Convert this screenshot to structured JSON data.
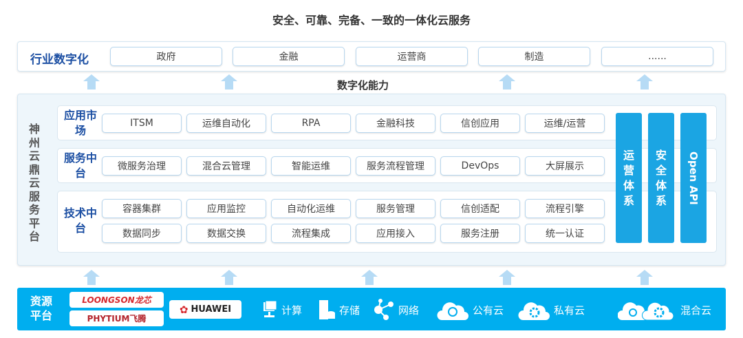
{
  "title": "安全、可靠、完备、一致的一体化云服务",
  "industry": {
    "label": "行业数字化",
    "items": [
      "政府",
      "金融",
      "运营商",
      "制造",
      "......"
    ]
  },
  "capability_label": "数字化能力",
  "platform": {
    "label": "神州云鼎云服务平台",
    "rows": [
      {
        "label": "应用市场",
        "items": [
          "ITSM",
          "运维自动化",
          "RPA",
          "金融科技",
          "信创应用",
          "运维/运营"
        ]
      },
      {
        "label": "服务中台",
        "items": [
          "微服务治理",
          "混合云管理",
          "智能运维",
          "服务流程管理",
          "DevOps",
          "大屏展示"
        ]
      },
      {
        "label": "技术中台",
        "items": [
          "容器集群",
          "应用监控",
          "自动化运维",
          "服务管理",
          "信创适配",
          "流程引擎",
          "数据同步",
          "数据交换",
          "流程集成",
          "应用接入",
          "服务注册",
          "统一认证"
        ]
      }
    ],
    "side_bars": [
      "运营体系",
      "安全体系",
      "Open API"
    ]
  },
  "resources": {
    "label": "资源平台",
    "logos": [
      "LOONGSON龙芯",
      "PHYTIUM飞腾",
      "HUAWEI"
    ],
    "items": [
      {
        "icon": "compute-icon",
        "label": "计算"
      },
      {
        "icon": "storage-icon",
        "label": "存储"
      },
      {
        "icon": "network-icon",
        "label": "网络"
      },
      {
        "icon": "public-cloud-icon",
        "label": "公有云"
      },
      {
        "icon": "private-cloud-icon",
        "label": "私有云"
      },
      {
        "icon": "hybrid-cloud-icon",
        "label": "混合云"
      }
    ]
  },
  "colors": {
    "accent": "#1c4fa3",
    "bar": "#00aeef",
    "side": "#1ba5e3",
    "arrow": "#b6dbf5"
  }
}
